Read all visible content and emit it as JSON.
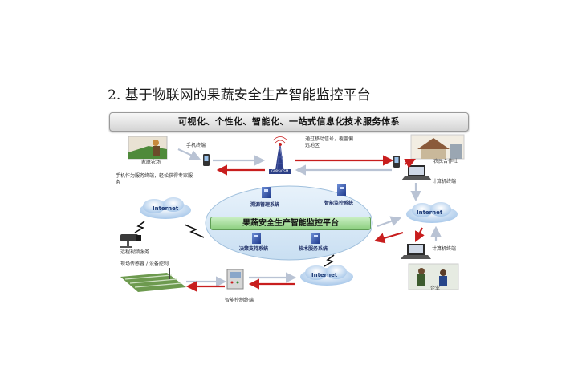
{
  "heading": "2. 基于物联网的果蔬安全生产智能监控平台",
  "banner": "可视化、个性化、智能化、一站式信息化技术服务体系",
  "platform": {
    "title": "果蔬安全生产智能监控平台",
    "systems": [
      "溯源管理系统",
      "智能监控系统",
      "决策支持系统",
      "技术服务系统"
    ]
  },
  "labels": {
    "mobile_terminal": "手机终端",
    "family_farm": "家庭农场",
    "mobile_service": "手机作为服务终端，轻松获得专家服务",
    "mobile_signal": "通过移动信号，覆盖偏远地区",
    "tower": "GPRS/GSM",
    "coop": "农民合作社",
    "computer_terminal_1": "计算机终端",
    "computer_terminal_2": "计算机终端",
    "remote_video": "远程视频服务",
    "field_sensors": "现场传感器 / 设备控制",
    "smart_control": "智能控制终端",
    "enterprise": "企业"
  },
  "clouds": [
    "Internet",
    "Internet",
    "Internet"
  ]
}
